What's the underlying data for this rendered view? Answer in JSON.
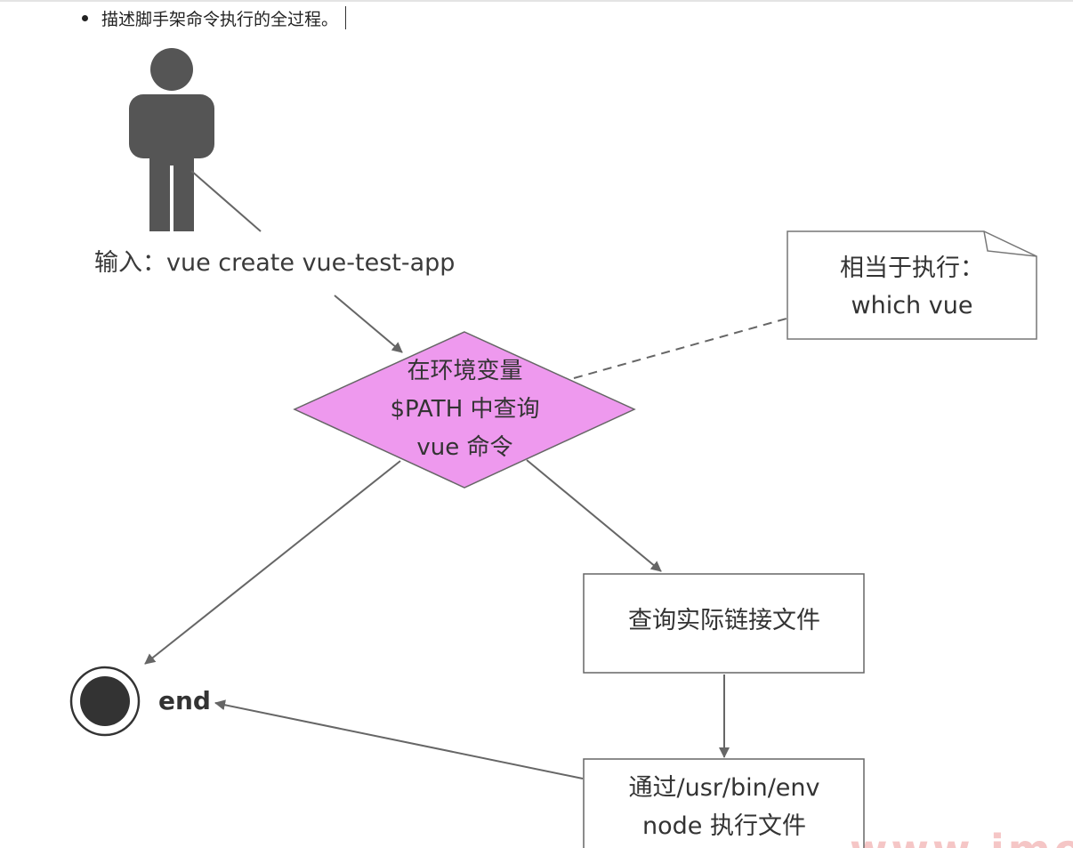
{
  "bullet": {
    "text": "描述脚手架命令执行的全过程。"
  },
  "diagram": {
    "input_label": "输入：vue create vue-test-app",
    "decision_line1": "在环境变量",
    "decision_line2": "$PATH 中查询",
    "decision_line3": "vue 命令",
    "note_line1": "相当于执行：",
    "note_line2": "which vue",
    "box1_label": "查询实际链接文件",
    "box2_line1": "通过/usr/bin/env",
    "box2_line2": "node 执行文件",
    "end_label": "end"
  },
  "colors": {
    "decision_fill": "#ee99ee",
    "actor_fill": "#555555",
    "line": "#666666"
  },
  "watermark": "www.imooc.com"
}
